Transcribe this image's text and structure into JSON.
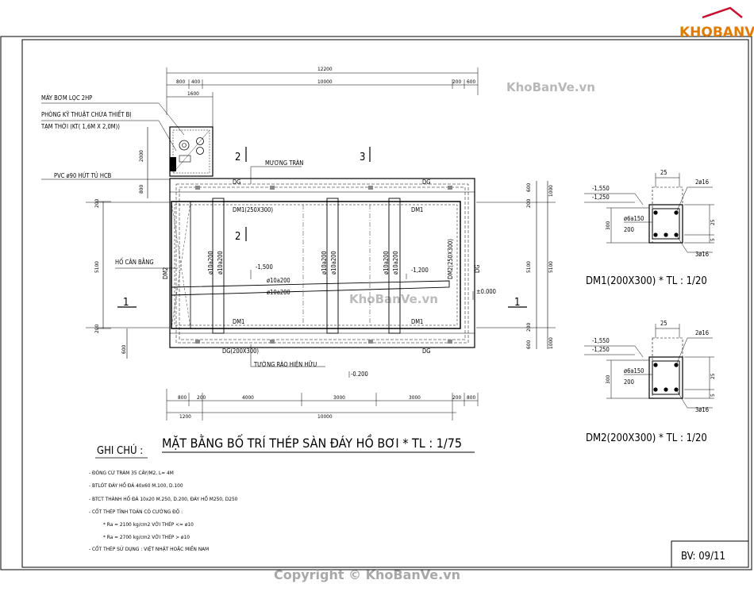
{
  "watermarks": {
    "logo": "KHOBANVE",
    "top_right": "KhoBanVe.vn",
    "center": "KhoBanVe.vn",
    "copyright": "Copyright © KhoBanVe.vn"
  },
  "plan": {
    "title": "MẶT BẰNG BỐ TRÍ THÉP SÀN ĐÁY HỒ BƠI * TL : 1/75",
    "dims_top": {
      "overall": "12200",
      "d800": "800",
      "d400": "400",
      "d1600": "1600",
      "d10000": "10000",
      "d200": "200",
      "d600": "600"
    },
    "dims_bottom": {
      "d800": "800",
      "d200": "200",
      "d4000": "4000",
      "d3000a": "3000",
      "d3000b": "3000",
      "d200r": "200",
      "d800r": "800",
      "d1200": "1200",
      "d10000": "10000"
    },
    "dims_left": {
      "d2000": "2000",
      "d800": "800",
      "d200a": "200",
      "d5100": "5100",
      "d200b": "200",
      "d600": "600"
    },
    "dims_right": {
      "d600": "600",
      "d1000a": "1000",
      "d200a": "200",
      "d5100a": "5100",
      "d5100b": "5100",
      "d200b": "200",
      "d600b": "600",
      "d1000b": "1000"
    },
    "callouts": {
      "pump": "MÁY BƠM LỌC 2HP",
      "room1": "PHÒNG KỸ THUẬT CHỨA THIẾT BỊ",
      "room2": "TẠM THỜI (KT( 1,6M X 2,0M))",
      "pvc": "PVC ø90 HÚT TỦ HCB",
      "balance": "HỐ CÂN BẰNG",
      "overflow": "MƯƠNG TRÀN",
      "wall": "TƯỜNG RÀO HIỆN HỮU"
    },
    "labels": {
      "dg_top_l": "DG",
      "dg_top_r": "DG",
      "dm1_top": "DM1(250X300)",
      "dm1_top_r": "DM1",
      "dm1_bot_l": "DM1",
      "dm1_bot_r": "DM1",
      "dm2_left": "DM2",
      "dm2_right": "DM2(250X300)",
      "dg_right": "DG",
      "dg_bot": "DG(200X300)",
      "dg_bot_r": "DG",
      "rebar_v1": "ø10a200",
      "rebar_v2": "ø10a200",
      "rebar_v3": "ø10a200",
      "rebar_v4": "ø10a200",
      "rebar_v5": "ø10a200",
      "rebar_v6": "ø10a200",
      "rebar_h1": "ø10a200",
      "rebar_h2": "ø10a200",
      "lev_m1500": "-1,500",
      "lev_m1200": "-1,200",
      "lev_0": "±0.000",
      "lev_m0200": "-0.200",
      "sec2_top": "2",
      "sec3_top": "3",
      "sec2_mid": "2",
      "sec1_left": "1",
      "sec1_right": "1"
    }
  },
  "sections": [
    {
      "title": "DM1(200X300) * TL : 1/20",
      "width": "25",
      "top_bar": "2ø16",
      "lev1": "-1,550",
      "lev2": "-1,250",
      "stirrup": "ø6a150",
      "cover": "200",
      "h_left": "300",
      "h_right": "25",
      "h_right2": "5",
      "bot_bar": "3ø16"
    },
    {
      "title": "DM2(200X300) * TL : 1/20",
      "width": "25",
      "top_bar": "2ø16",
      "lev1": "-1,550",
      "lev2": "-1,250",
      "stirrup": "ø6a150",
      "cover": "200",
      "h_left": "300",
      "h_right": "25",
      "h_right2": "5",
      "bot_bar": "3ø16"
    }
  ],
  "notes": {
    "heading": "GHI CHÚ :",
    "items": [
      "- ĐÓNG CỪ TRÀM 35 CÂY/M2, L= 4M",
      "- BTLÓT ĐÁY HỐ ĐÁ 40x60 M.100, D.100",
      "- BTCT THÀNH HỐ ĐÁ 10x20 M.250, D.200, ĐÁY HỐ M250, D250",
      "- CỐT THÉP TÍNH TOÁN CÓ CƯỜNG ĐỘ :",
      "* Ra = 2100 kg/cm2 VỚI THÉP <= ø10",
      "* Ra = 2700 kg/cm2 VỚI THÉP > ø10",
      "- CỐT THÉP SỬ DỤNG : VIỆT NHẬT HOẶC MIỀN NAM"
    ]
  },
  "sheet_number": "BV: 09/11"
}
